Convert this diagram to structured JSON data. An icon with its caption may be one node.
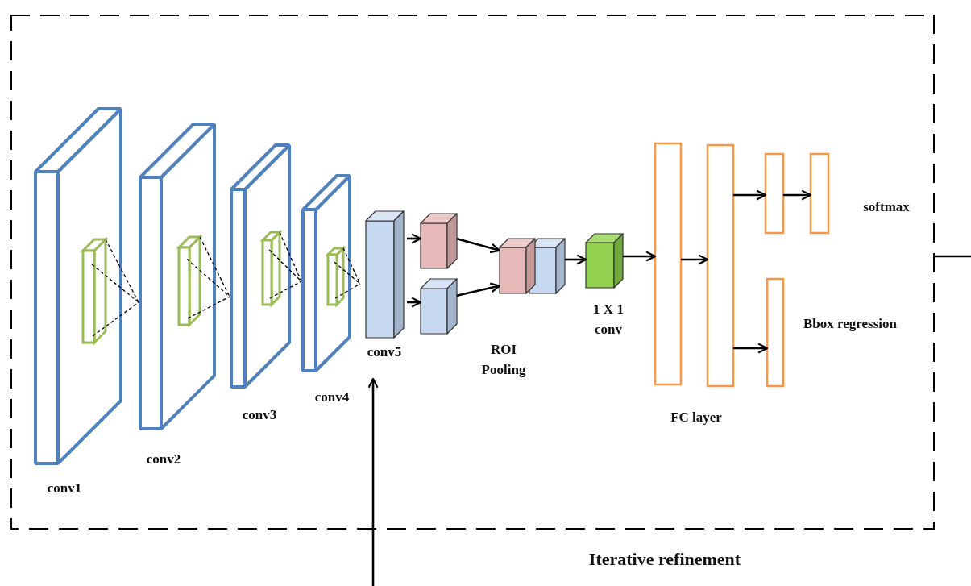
{
  "diagram": {
    "nodes": [
      {
        "text": [],
        "shape": "box",
        "beside": [
          "Iterative refinement"
        ]
      },
      {
        "text": [],
        "shape": "box",
        "in": 0,
        "beside": [
          "conv1"
        ]
      },
      {
        "text": [],
        "shape": "box",
        "in": 0,
        "beside": [
          "conv2"
        ]
      },
      {
        "text": [],
        "shape": "box",
        "in": 0,
        "beside": [
          "conv3"
        ]
      },
      {
        "text": [],
        "shape": "box",
        "in": 0,
        "beside": [
          "conv4"
        ]
      },
      {
        "text": [
          "conv5"
        ],
        "in": 0
      },
      {
        "text": [],
        "shape": "box",
        "in": 0
      },
      {
        "text": [],
        "shape": "box",
        "in": 0
      },
      {
        "text": [],
        "shape": "box",
        "in": 0
      },
      {
        "text": [],
        "shape": "box",
        "in": 0,
        "beside": [
          "1 X 1 conv"
        ]
      },
      {
        "text": [],
        "shape": "bar",
        "in": 0
      },
      {
        "text": [],
        "shape": "bar",
        "in": 0
      },
      {
        "text": [],
        "shape": "bar",
        "in": 0
      },
      {
        "text": [],
        "shape": "bar",
        "in": 0,
        "beside": [
          "softmax"
        ]
      },
      {
        "text": [],
        "shape": "bar",
        "in": 0,
        "beside": [
          "Bbox regression"
        ]
      }
    ],
    "edges": [
      {
        "from": 5,
        "to": 6,
        "arrow": "to"
      },
      {
        "from": 5,
        "to": 7,
        "arrow": "to"
      },
      {
        "from": 6,
        "to": 8,
        "arrow": "to"
      },
      {
        "from": 7,
        "to": 8,
        "arrow": "to"
      },
      {
        "from": 8,
        "to": 9,
        "arrow": "to"
      },
      {
        "from": 9,
        "to": 10,
        "arrow": "to"
      },
      {
        "from": 10,
        "to": 11,
        "arrow": "to"
      },
      {
        "from": 11,
        "to": 12,
        "arrow": "to"
      },
      {
        "from": 12,
        "to": 13,
        "arrow": "to"
      },
      {
        "from": 11,
        "to": 14,
        "arrow": "to"
      },
      {
        "from": null,
        "to": 5,
        "arrow": "to"
      },
      {
        "from": 0,
        "to": null,
        "arrow": "none"
      }
    ],
    "labels": [
      "ROI Pooling",
      "FC layer"
    ]
  }
}
